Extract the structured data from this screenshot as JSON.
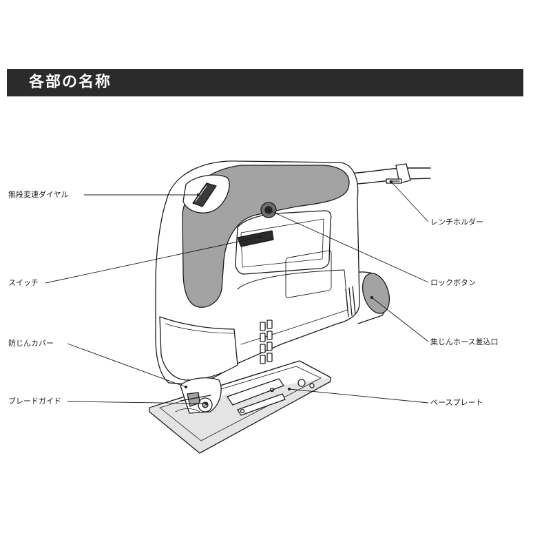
{
  "header": {
    "title": "各部の名称"
  },
  "labels": {
    "speed_dial": "無段変速ダイヤル",
    "switch": "スイッチ",
    "dust_cover": "防じんカバー",
    "blade_guide": "ブレードガイド",
    "wrench_holder": "レンチホルダー",
    "lock_button": "ロックボタン",
    "dust_hose_port": "集じんホース差込口",
    "base_plate": "ベースプレート"
  },
  "colors": {
    "title_bar": "#2b2b2b",
    "body_gray": "#a3a3a3",
    "line": "#1a1a1a"
  }
}
